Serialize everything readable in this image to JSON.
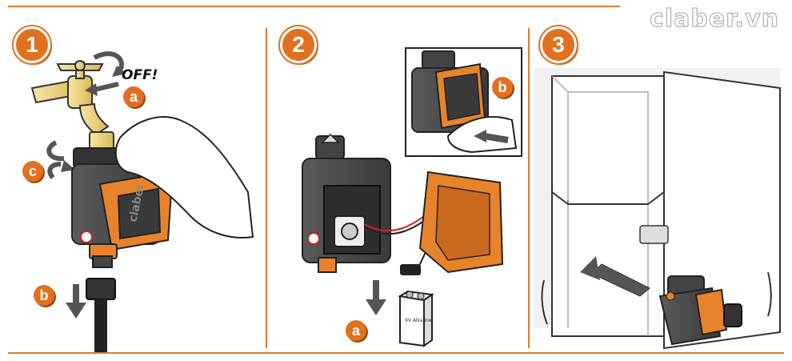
{
  "brand": {
    "watermark": "claber.vn"
  },
  "colors": {
    "accent": "#e2701f",
    "rule": "#e07a2a",
    "device_gray": "#4a4a4a",
    "tap_brass": "#f0d98a"
  },
  "steps": [
    {
      "number": "1",
      "labels": {
        "a": "a",
        "b": "b",
        "c": "c"
      },
      "callout": "OFF!"
    },
    {
      "number": "2",
      "labels": {
        "a": "a",
        "b": "b"
      },
      "battery_text": "9V Alkaline"
    },
    {
      "number": "3"
    }
  ],
  "device": {
    "logo_text": "claber"
  }
}
